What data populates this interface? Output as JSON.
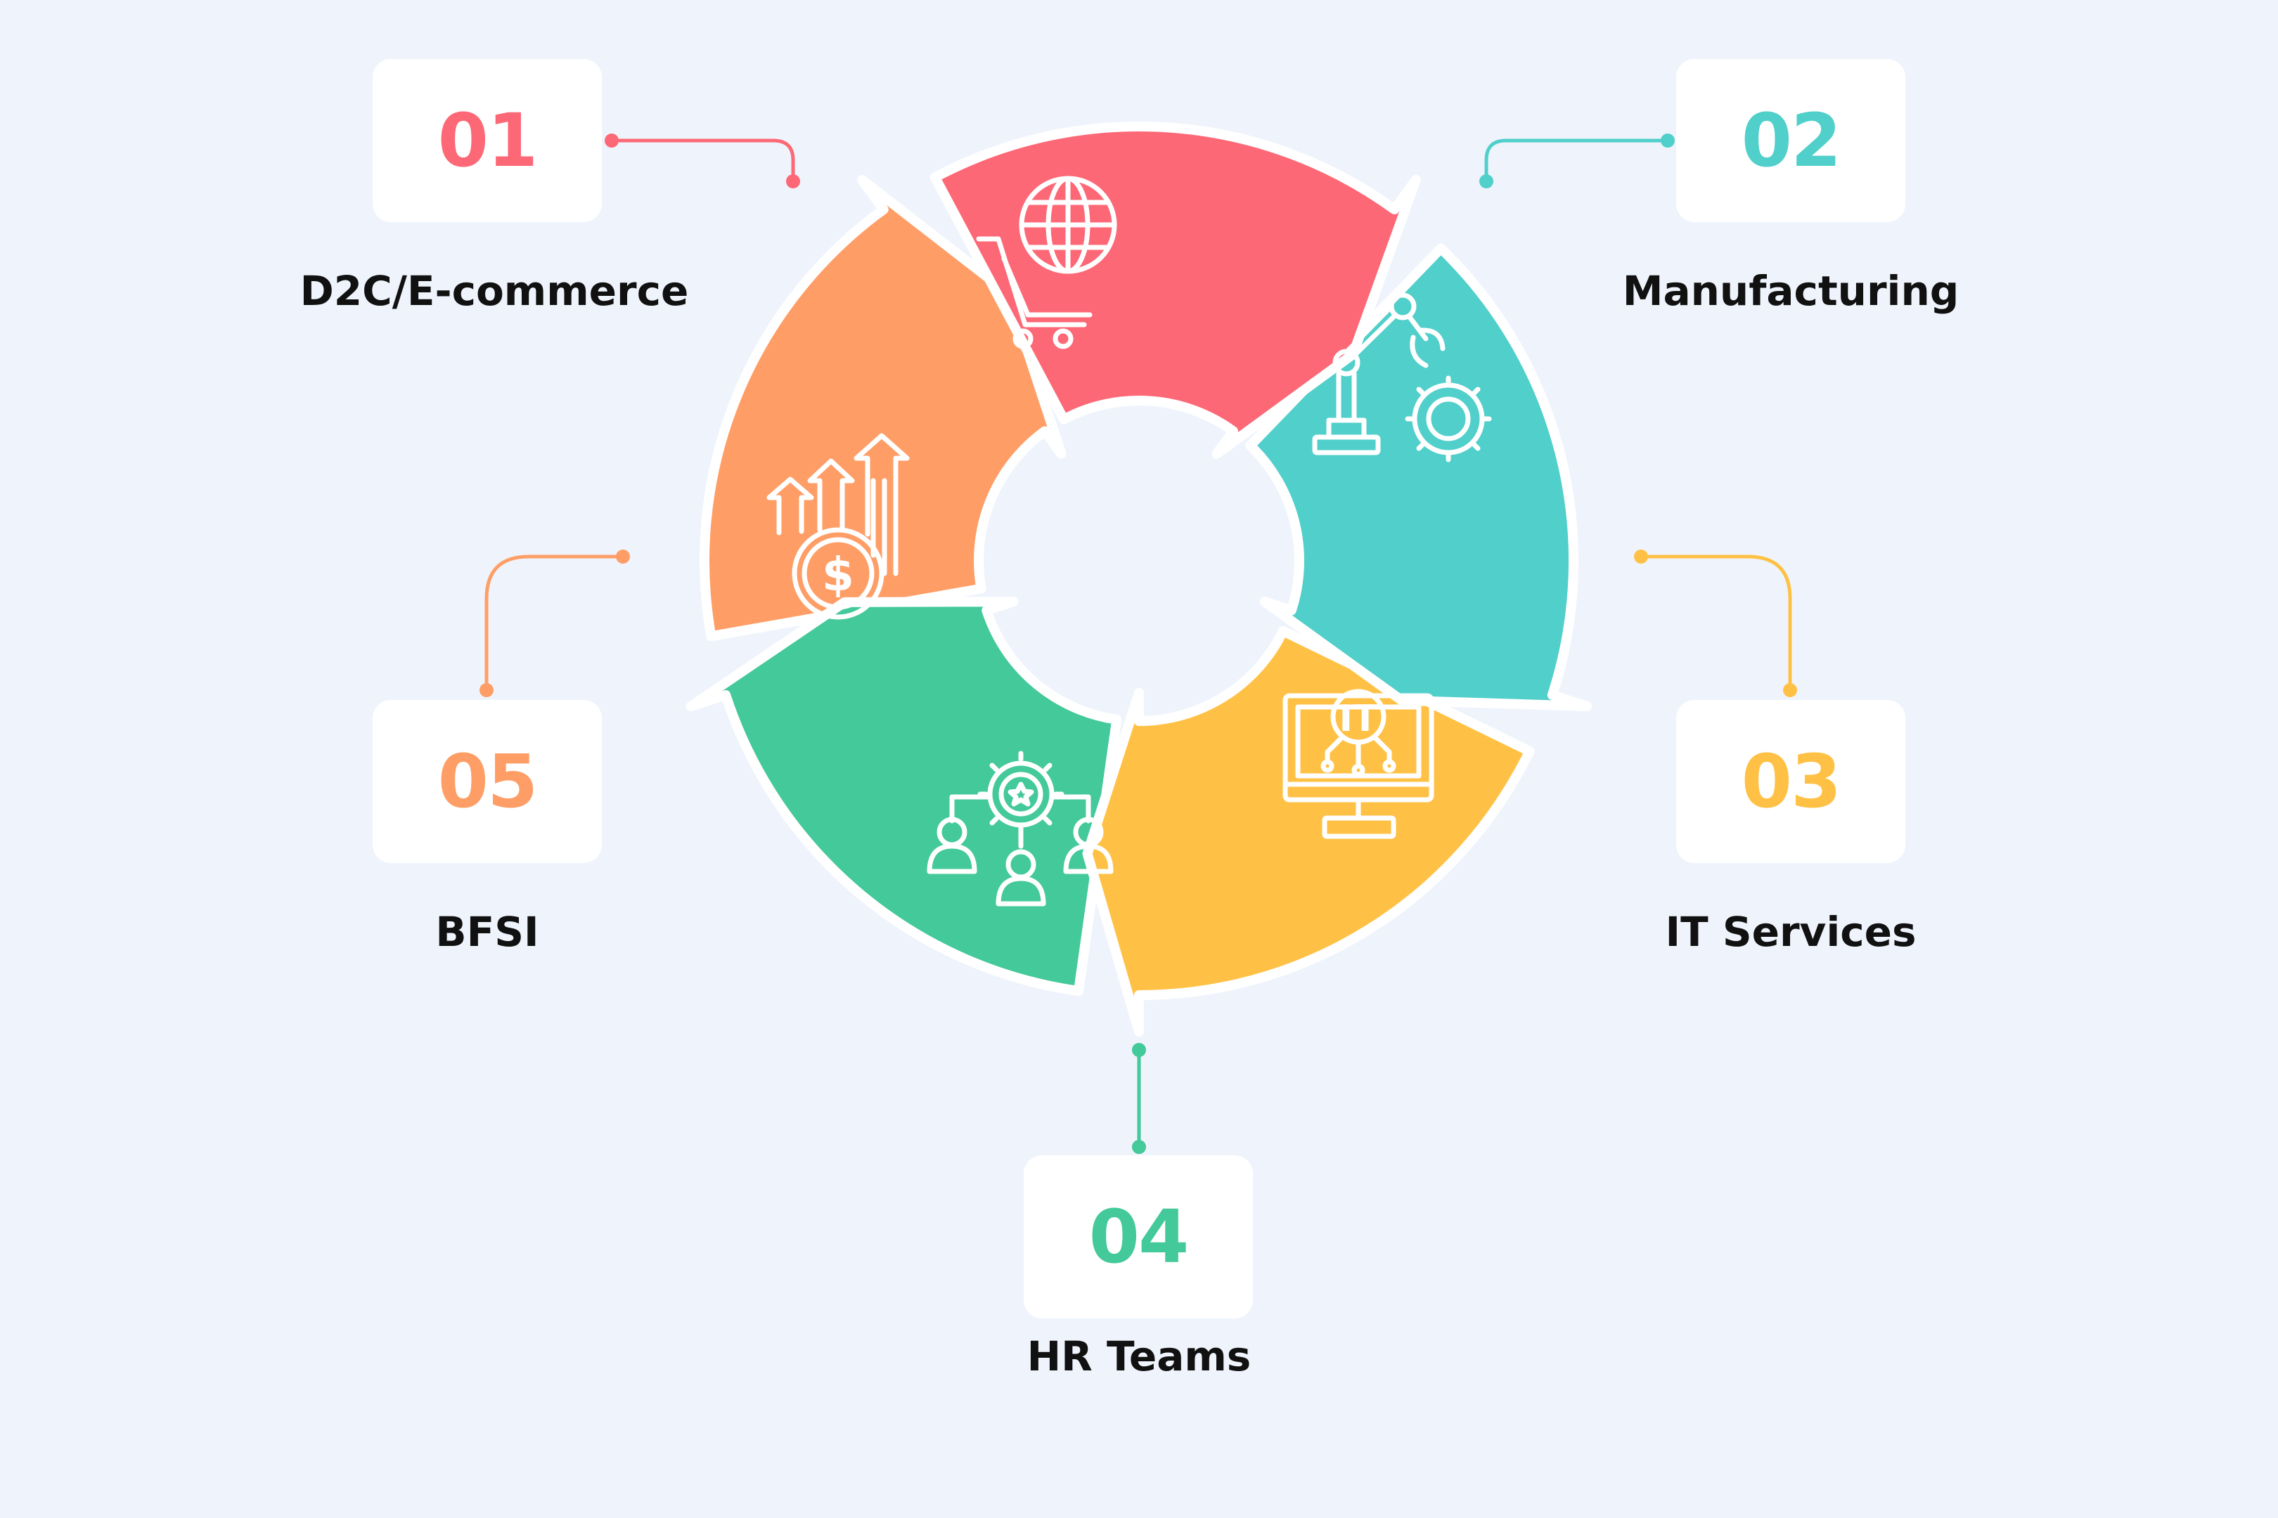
{
  "colors": {
    "background": "#eff4fc",
    "card": "#ffffff",
    "label": "#111111",
    "segment_1": "#fd6876",
    "segment_2": "#51cfca",
    "segment_3": "#ffc145",
    "segment_4": "#43c99a",
    "segment_5": "#fe9e66"
  },
  "items": [
    {
      "number": "01",
      "label": "D2C/E-commerce",
      "color": "#fd6876",
      "icon": "cart-globe-icon"
    },
    {
      "number": "02",
      "label": "Manufacturing",
      "color": "#51cfca",
      "icon": "robot-arm-gear-icon"
    },
    {
      "number": "03",
      "label": "IT Services",
      "color": "#ffc145",
      "icon": "it-monitor-icon"
    },
    {
      "number": "04",
      "label": "HR Teams",
      "color": "#43c99a",
      "icon": "team-gear-icon"
    },
    {
      "number": "05",
      "label": "BFSI",
      "color": "#fe9e66",
      "icon": "dollar-growth-icon"
    }
  ],
  "icon_texts": {
    "it": "IT",
    "dollar": "$"
  }
}
